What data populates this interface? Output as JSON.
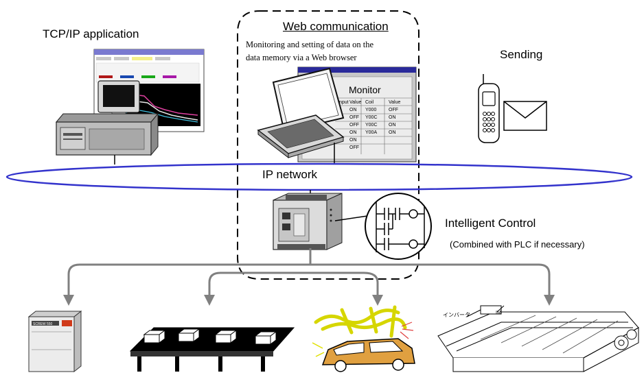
{
  "labels": {
    "tcp_ip_application": "TCP/IP application",
    "web_communication": "Web communication",
    "web_description_line1": "Monitoring and setting of data on the",
    "web_description_line2": "data memory via a Web browser",
    "sending": "Sending",
    "ip_network": "IP network",
    "intelligent_control": "Intelligent Control",
    "plc_note": "(Combined with PLC if necessary)"
  },
  "monitor_window": {
    "title": "Monitor",
    "columns": [
      "Input",
      "Value",
      "Coil",
      "Value"
    ],
    "rows": [
      [
        "",
        "ON",
        "Y000",
        "OFF"
      ],
      [
        "",
        "OFF",
        "Y00C",
        "ON"
      ],
      [
        "",
        "OFF",
        "Y00C",
        "ON"
      ],
      [
        "",
        "ON",
        "Y00A",
        "ON"
      ],
      [
        "",
        "ON",
        "",
        ""
      ],
      [
        "",
        "OFF",
        "",
        ""
      ]
    ]
  },
  "machine_labels": {
    "compressor_badge": "SCREW 550",
    "inverter_tag": "インバータ",
    "motor_tag": "IM"
  },
  "colors": {
    "network_ellipse": "#3333cc",
    "arrows": "#808080",
    "car_body": "#e0a040",
    "spark": "#e0e000"
  }
}
